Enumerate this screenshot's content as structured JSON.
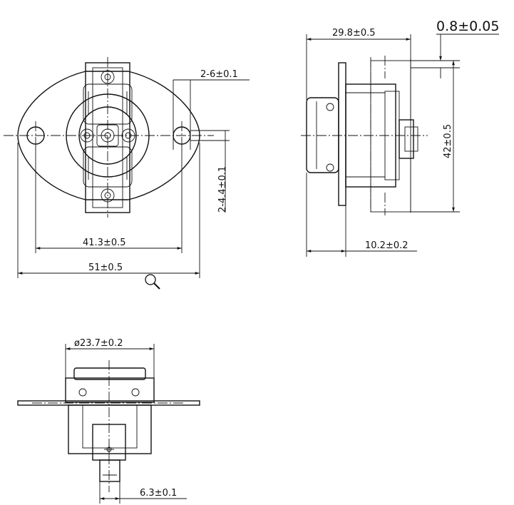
{
  "dimensions": {
    "top_view": {
      "hole_diameter": "2-6±0.1",
      "slot_width": "2-4.4±0.1",
      "hole_spacing": "41.3±0.5",
      "overall_width": "51±0.5"
    },
    "side_view": {
      "body_width": "29.8±0.5",
      "plate_thickness": "0.8±0.05",
      "height": "42±0.5",
      "base_depth": "10.2±0.2"
    },
    "bottom_view": {
      "cap_diameter": "ø23.7±0.2",
      "terminal_width": "6.3±0.1"
    }
  },
  "icons": {
    "zoom": "magnifier-icon"
  },
  "colors": {
    "line": "#111111",
    "background": "#ffffff"
  }
}
